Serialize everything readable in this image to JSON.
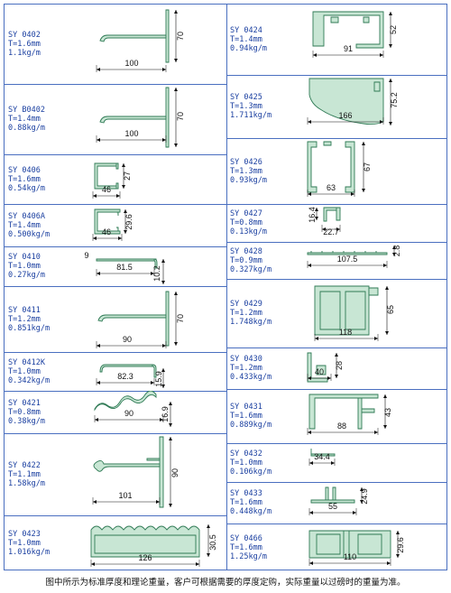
{
  "colors": {
    "profile_fill": "#c8e6d4",
    "profile_stroke": "#2f7a55",
    "grid_line": "#4a6fc0",
    "label_text": "#1a3fa0",
    "dim_line": "#111111"
  },
  "left": [
    {
      "code": "SY 0402",
      "thickness": "T=1.6mm",
      "weight": "1.1kg/m",
      "dims": [
        "100",
        "70"
      ]
    },
    {
      "code": "SY B0402",
      "thickness": "T=1.4mm",
      "weight": "0.88kg/m",
      "dims": [
        "100",
        "70"
      ]
    },
    {
      "code": "SY 0406",
      "thickness": "T=1.6mm",
      "weight": "0.54kg/m",
      "dims": [
        "46",
        "27"
      ]
    },
    {
      "code": "SY 0406A",
      "thickness": "T=1.4mm",
      "weight": "0.500kg/m",
      "dims": [
        "46",
        "29.6"
      ]
    },
    {
      "code": "SY 0410",
      "thickness": "T=1.0mm",
      "weight": "0.27kg/m",
      "dims": [
        "81.5",
        "9",
        "10.2"
      ]
    },
    {
      "code": "SY 0411",
      "thickness": "T=1.2mm",
      "weight": "0.851kg/m",
      "dims": [
        "90",
        "70"
      ]
    },
    {
      "code": "SY 0412K",
      "thickness": "T=1.0mm",
      "weight": "0.342kg/m",
      "dims": [
        "82.3",
        "15.9"
      ]
    },
    {
      "code": "SY 0421",
      "thickness": "T=0.8mm",
      "weight": "0.38kg/m",
      "dims": [
        "90",
        "16.9"
      ]
    },
    {
      "code": "SY 0422",
      "thickness": "T=1.1mm",
      "weight": "1.58kg/m",
      "dims": [
        "101",
        "90"
      ]
    },
    {
      "code": "SY 0423",
      "thickness": "T=1.0mm",
      "weight": "1.016kg/m",
      "dims": [
        "126",
        "30.5"
      ]
    }
  ],
  "right": [
    {
      "code": "SY 0424",
      "thickness": "T=1.4mm",
      "weight": "0.94kg/m",
      "dims": [
        "91",
        "52"
      ]
    },
    {
      "code": "SY 0425",
      "thickness": "T=1.3mm",
      "weight": "1.711kg/m",
      "dims": [
        "166",
        "75.2"
      ]
    },
    {
      "code": "SY 0426",
      "thickness": "T=1.3mm",
      "weight": "0.93kg/m",
      "dims": [
        "63",
        "67"
      ]
    },
    {
      "code": "SY 0427",
      "thickness": "T=0.8mm",
      "weight": "0.13kg/m",
      "dims": [
        "22.7",
        "16.4"
      ]
    },
    {
      "code": "SY 0428",
      "thickness": "T=0.9mm",
      "weight": "0.327kg/m",
      "dims": [
        "107.5",
        "2.8"
      ]
    },
    {
      "code": "SY 0429",
      "thickness": "T=1.2mm",
      "weight": "1.748kg/m",
      "dims": [
        "118",
        "65"
      ]
    },
    {
      "code": "SY 0430",
      "thickness": "T=1.2mm",
      "weight": "0.433kg/m",
      "dims": [
        "40",
        "28"
      ]
    },
    {
      "code": "SY 0431",
      "thickness": "T=1.6mm",
      "weight": "0.889kg/m",
      "dims": [
        "88",
        "43"
      ]
    },
    {
      "code": "SY 0432",
      "thickness": "T=1.0mm",
      "weight": "0.106kg/m",
      "dims": [
        "34.4"
      ]
    },
    {
      "code": "SY 0433",
      "thickness": "T=1.6mm",
      "weight": "0.448kg/m",
      "dims": [
        "55",
        "24.9"
      ]
    },
    {
      "code": "SY 0466",
      "thickness": "T=1.6mm",
      "weight": "1.25kg/m",
      "dims": [
        "110",
        "29.6"
      ]
    }
  ],
  "footer": "图中所示为标准厚度和理论重量，客户可根据需要的厚度定购，实际重量以过磅时的重量为准。"
}
